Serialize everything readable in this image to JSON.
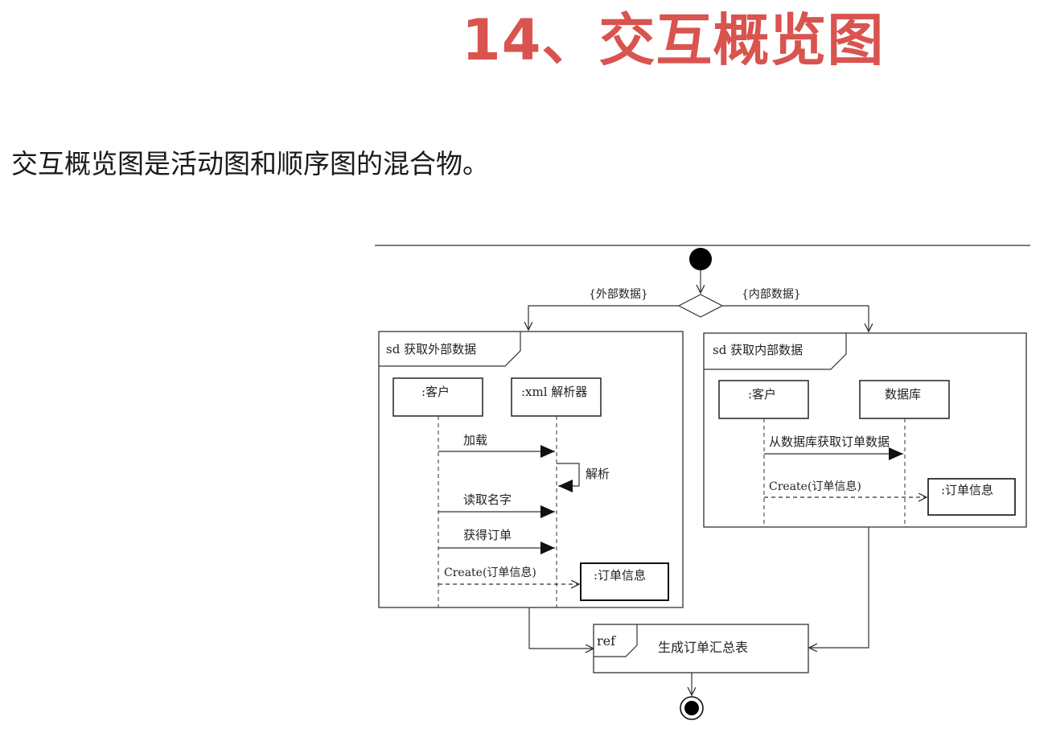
{
  "header": {
    "title": "14、交互概览图",
    "title_color": "#d9534f"
  },
  "intro": {
    "text": "交互概览图是活动图和顺序图的混合物。"
  },
  "diagram": {
    "guards": {
      "external": "{外部数据}",
      "internal": "{内部数据}"
    },
    "frame_external": {
      "label": "sd  获取外部数据",
      "lifeline_client": ":客户",
      "lifeline_parser": ":xml 解析器",
      "msg_load": "加载",
      "msg_parse": "解析",
      "msg_read_name": "读取名字",
      "msg_get_order": "获得订单",
      "msg_create": "Create(订单信息)",
      "order_info": ":订单信息"
    },
    "frame_internal": {
      "label": "sd 获取内部数据",
      "lifeline_client": ":客户",
      "lifeline_db": "数据库",
      "msg_fetch": "从数据库获取订单数据",
      "msg_create": "Create(订单信息)",
      "order_info": ":订单信息"
    },
    "ref_frame": {
      "tag": "ref",
      "label": "生成订单汇总表"
    }
  }
}
